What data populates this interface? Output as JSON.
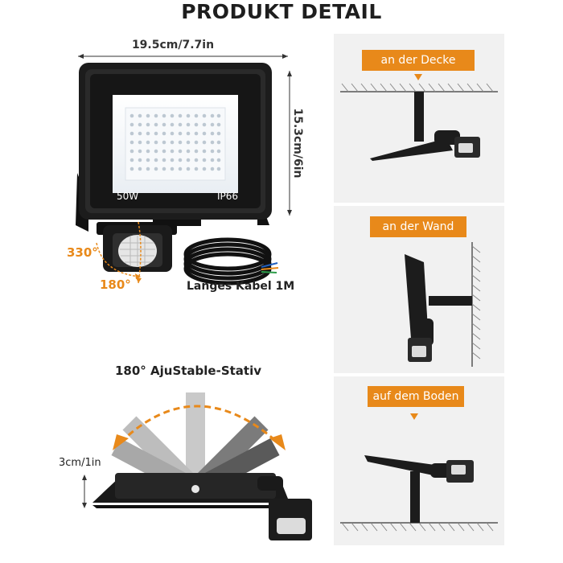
{
  "title": "PRODUKT DETAIL",
  "product": {
    "width_label": "19.5cm/7.7in",
    "height_label": "15.3cm/6in",
    "power_label": "50W",
    "ip_label": "IP66",
    "rotation_label": "330°",
    "tilt_label": "180°",
    "cable_label": "Langes Kabel 1M"
  },
  "stand": {
    "title": "180° AjuStable-Stativ",
    "height_label": "3cm/1in"
  },
  "mounting": [
    {
      "label": "an der Decke"
    },
    {
      "label": "an der Wand"
    },
    {
      "label": "auf dem Boden"
    }
  ],
  "colors": {
    "accent": "#e8891a",
    "panel": "#f1f1f1",
    "housing": "#1c1c1c"
  }
}
